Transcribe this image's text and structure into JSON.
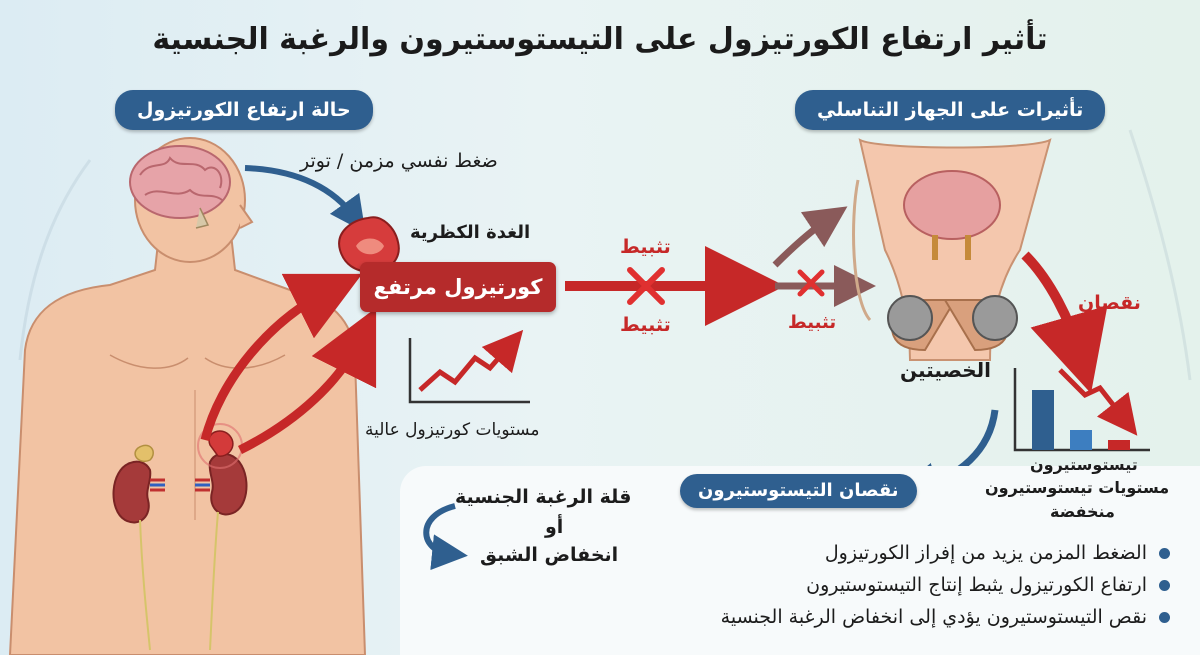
{
  "title": "تأثير ارتفاع الكورتيزول على التيستوستيرون والرغبة الجنسية",
  "left_header": "حالة ارتفاع الكورتيزول",
  "right_header": "تأثيرات على الجهاز التناسلي",
  "stress_label": "ضغط نفسي مزمن / توتر",
  "adrenal_label": "الغدة الكظرية",
  "cortisol_box": "كورتيزول مرتفع",
  "cortisol_levels_label": "مستويات كورتيزول عالية",
  "inhibit_top": "تثبيط",
  "inhibit_bottom": "تثبيط",
  "inhibit_right": "تثبيط",
  "testes_label": "الخصيتين",
  "decrease_label": "نقصان",
  "testosterone_word": "تيستوستيرون",
  "testosterone_levels_label": "مستويات تيستوستيرون",
  "low_label": "منخفضة",
  "testosterone_drop_pill": "نقصان التيستوستيرون",
  "libido_low": "قلة الرغبة الجنسية",
  "or_label": "أو",
  "arousal_low": "انخفاض الشبق",
  "bullets": [
    "الضغط المزمن يزيد من إفراز الكورتيزول",
    "ارتفاع الكورتيزول يثبط إنتاج التيستوستيرون",
    "نقص التيستوستيرون يؤدي إلى انخفاض الرغبة الجنسية"
  ],
  "colors": {
    "accent_blue": "#2f5f8f",
    "alert_red": "#b52b2b",
    "skin": "#f2c3a3"
  }
}
